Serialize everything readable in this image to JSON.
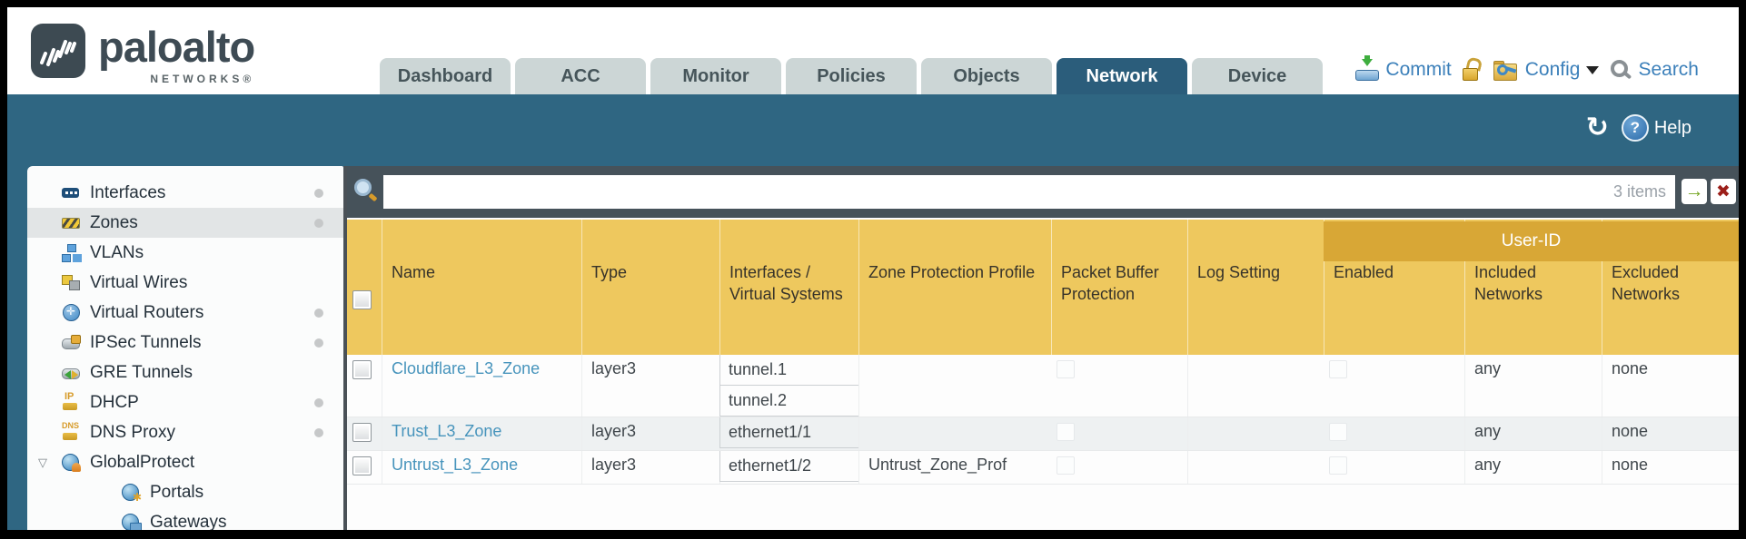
{
  "header": {
    "logo": {
      "brand": "paloalto",
      "sub": "NETWORKS®"
    },
    "tabs": [
      {
        "label": "Dashboard",
        "active": false
      },
      {
        "label": "ACC",
        "active": false
      },
      {
        "label": "Monitor",
        "active": false
      },
      {
        "label": "Policies",
        "active": false
      },
      {
        "label": "Objects",
        "active": false
      },
      {
        "label": "Network",
        "active": true
      },
      {
        "label": "Device",
        "active": false
      }
    ],
    "actions": {
      "commit": "Commit",
      "config": "Config",
      "search": "Search"
    }
  },
  "band": {
    "help_label": "Help"
  },
  "sidebar": {
    "items": [
      {
        "label": "Interfaces",
        "icon": "interfaces-icon",
        "dot": true
      },
      {
        "label": "Zones",
        "icon": "zones-icon",
        "dot": true,
        "selected": true
      },
      {
        "label": "VLANs",
        "icon": "vlans-icon",
        "dot": false
      },
      {
        "label": "Virtual Wires",
        "icon": "virtual-wires-icon",
        "dot": false
      },
      {
        "label": "Virtual Routers",
        "icon": "virtual-routers-icon",
        "dot": true
      },
      {
        "label": "IPSec Tunnels",
        "icon": "ipsec-tunnels-icon",
        "dot": true
      },
      {
        "label": "GRE Tunnels",
        "icon": "gre-tunnels-icon",
        "dot": false
      },
      {
        "label": "DHCP",
        "icon": "dhcp-icon",
        "dot": true
      },
      {
        "label": "DNS Proxy",
        "icon": "dns-proxy-icon",
        "dot": true
      },
      {
        "label": "GlobalProtect",
        "icon": "globalprotect-icon",
        "dot": false,
        "expander": true
      },
      {
        "label": "Portals",
        "icon": "portals-icon",
        "dot": false,
        "child": true
      },
      {
        "label": "Gateways",
        "icon": "gateways-icon",
        "dot": false,
        "child": true
      }
    ]
  },
  "toolbar": {
    "search_value": "",
    "item_count": "3 items"
  },
  "table": {
    "group_header": "User-ID",
    "columns": [
      "Name",
      "Type",
      "Interfaces / Virtual Systems",
      "Zone Protection Profile",
      "Packet Buffer Protection",
      "Log Setting",
      "Enabled",
      "Included Networks",
      "Excluded Networks"
    ],
    "rows": [
      {
        "name": "Cloudflare_L3_Zone",
        "type": "layer3",
        "interfaces": [
          "tunnel.1",
          "tunnel.2"
        ],
        "zone_protection_profile": "",
        "packet_buffer_protection_checked": false,
        "log_setting": "",
        "enabled_checked": false,
        "included_networks": "any",
        "excluded_networks": "none"
      },
      {
        "name": "Trust_L3_Zone",
        "type": "layer3",
        "interfaces": [
          "ethernet1/1"
        ],
        "zone_protection_profile": "",
        "packet_buffer_protection_checked": false,
        "log_setting": "",
        "enabled_checked": false,
        "included_networks": "any",
        "excluded_networks": "none"
      },
      {
        "name": "Untrust_L3_Zone",
        "type": "layer3",
        "interfaces": [
          "ethernet1/2"
        ],
        "zone_protection_profile": "Untrust_Zone_Prof",
        "packet_buffer_protection_checked": false,
        "log_setting": "",
        "enabled_checked": false,
        "included_networks": "any",
        "excluded_networks": "none"
      }
    ]
  },
  "colors": {
    "band_teal": "#2f6682",
    "active_tab": "#2b5d7b",
    "inactive_tab": "#ccd6d6",
    "toolbar_slate": "#46525a",
    "header_gold": "#eec85e",
    "userid_gold": "#d8a736",
    "link_blue": "#4794bc",
    "action_blue": "#3c80ba"
  }
}
